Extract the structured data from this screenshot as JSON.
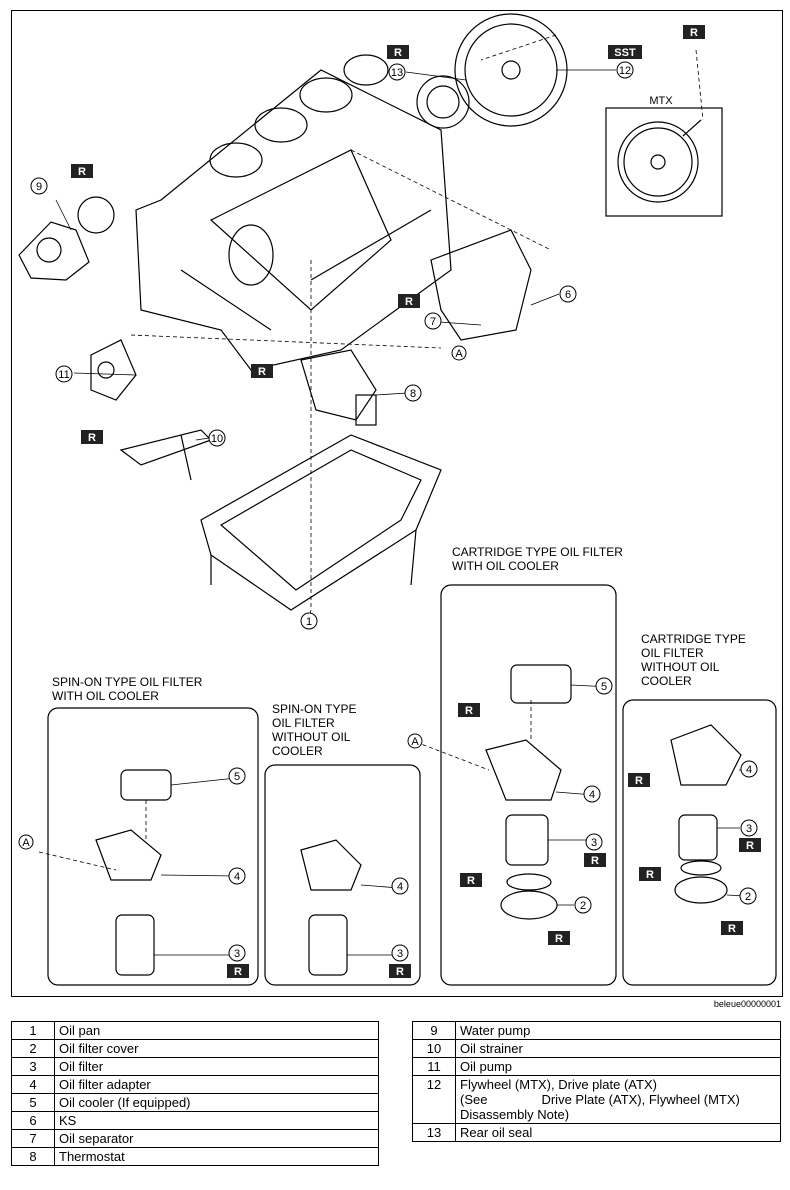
{
  "labels": {
    "mtx": "MTX",
    "sst": "SST",
    "r": "R",
    "a": "A",
    "cartridge_with_cooler": "CARTRIDGE TYPE OIL FILTER\nWITH OIL COOLER",
    "cartridge_without_cooler": "CARTRIDGE TYPE\nOIL FILTER\nWITHOUT OIL\nCOOLER",
    "spinon_with_cooler": "SPIN-ON TYPE OIL FILTER\nWITH OIL COOLER",
    "spinon_without_cooler": "SPIN-ON TYPE\nOIL FILTER\nWITHOUT OIL\nCOOLER",
    "image_code": "beleue00000001"
  },
  "callouts": [
    "1",
    "2",
    "3",
    "4",
    "5",
    "6",
    "7",
    "8",
    "9",
    "10",
    "11",
    "12",
    "13"
  ],
  "parts_left": [
    {
      "num": "1",
      "name": "Oil pan"
    },
    {
      "num": "2",
      "name": "Oil filter cover"
    },
    {
      "num": "3",
      "name": "Oil filter"
    },
    {
      "num": "4",
      "name": "Oil filter adapter"
    },
    {
      "num": "5",
      "name": "Oil cooler (If equipped)"
    },
    {
      "num": "6",
      "name": "KS"
    },
    {
      "num": "7",
      "name": "Oil separator"
    },
    {
      "num": "8",
      "name": "Thermostat"
    }
  ],
  "parts_right": [
    {
      "num": "9",
      "name": "Water pump"
    },
    {
      "num": "10",
      "name": "Oil strainer"
    },
    {
      "num": "11",
      "name": "Oil pump"
    },
    {
      "num": "12",
      "name": "Flywheel (MTX), Drive plate (ATX)",
      "line2a": "(See",
      "line2b": "Drive Plate (ATX), Flywheel (MTX)",
      "line3": "Disassembly Note)"
    },
    {
      "num": "13",
      "name": "Rear oil seal"
    }
  ]
}
